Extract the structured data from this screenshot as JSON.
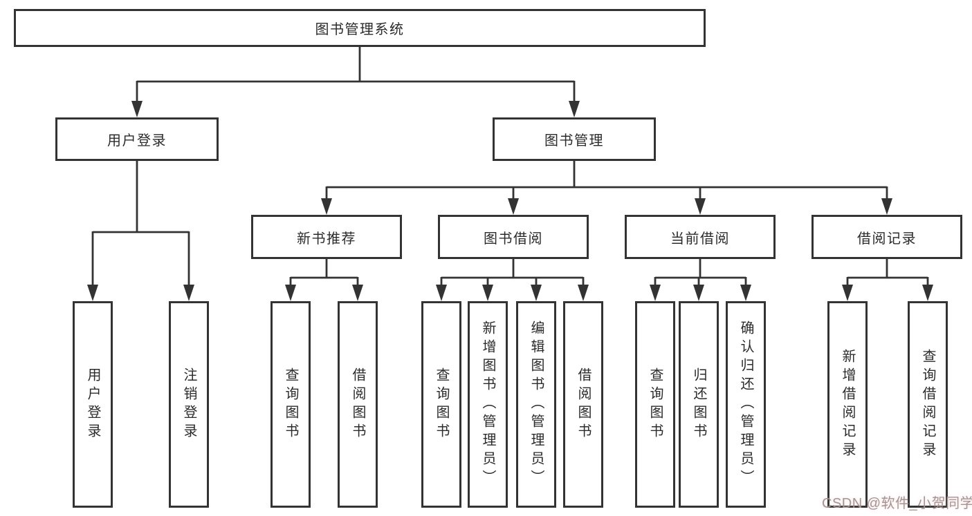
{
  "tree": {
    "root": {
      "label": "图书管理系统"
    },
    "branches": [
      {
        "label": "用户登录",
        "children": [
          {
            "label": "用户登录"
          },
          {
            "label": "注销登录"
          }
        ]
      },
      {
        "label": "图书管理",
        "children": [
          {
            "label": "新书推荐",
            "children": [
              {
                "label": "查询图书"
              },
              {
                "label": "借阅图书"
              }
            ]
          },
          {
            "label": "图书借阅",
            "children": [
              {
                "label": "查询图书"
              },
              {
                "label": "新增图书（管理员）"
              },
              {
                "label": "编辑图书（管理员）"
              },
              {
                "label": "借阅图书"
              }
            ]
          },
          {
            "label": "当前借阅",
            "children": [
              {
                "label": "查询图书"
              },
              {
                "label": "归还图书"
              },
              {
                "label": "确认归还（管理员）"
              }
            ]
          },
          {
            "label": "借阅记录",
            "children": [
              {
                "label": "新增借阅记录"
              },
              {
                "label": "查询借阅记录"
              }
            ]
          }
        ]
      }
    ]
  },
  "watermark": {
    "text": "CSDN @软件_小贺同学"
  },
  "colors": {
    "line": "#333333",
    "box_border": "#333333",
    "text": "#2b2b2b",
    "watermark": "#a09696",
    "background": "#ffffff"
  }
}
